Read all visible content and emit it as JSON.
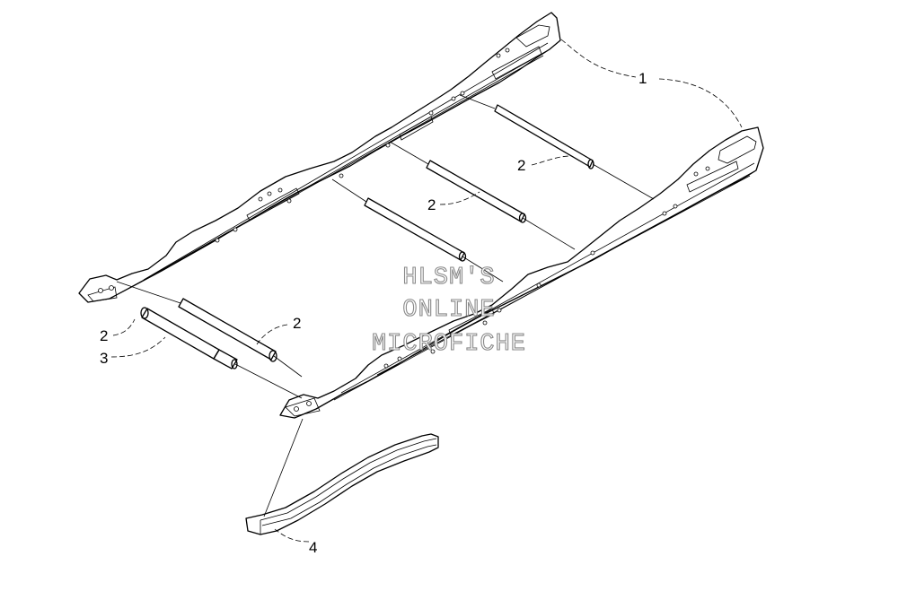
{
  "callouts": {
    "c1": "1",
    "c2a": "2",
    "c2b": "2",
    "c2c": "2",
    "c2d": "2",
    "c3": "3",
    "c4": "4"
  },
  "watermark": {
    "line1": "HLSM'S",
    "line2": "ONLINE",
    "line3": "MICROFICHE"
  }
}
